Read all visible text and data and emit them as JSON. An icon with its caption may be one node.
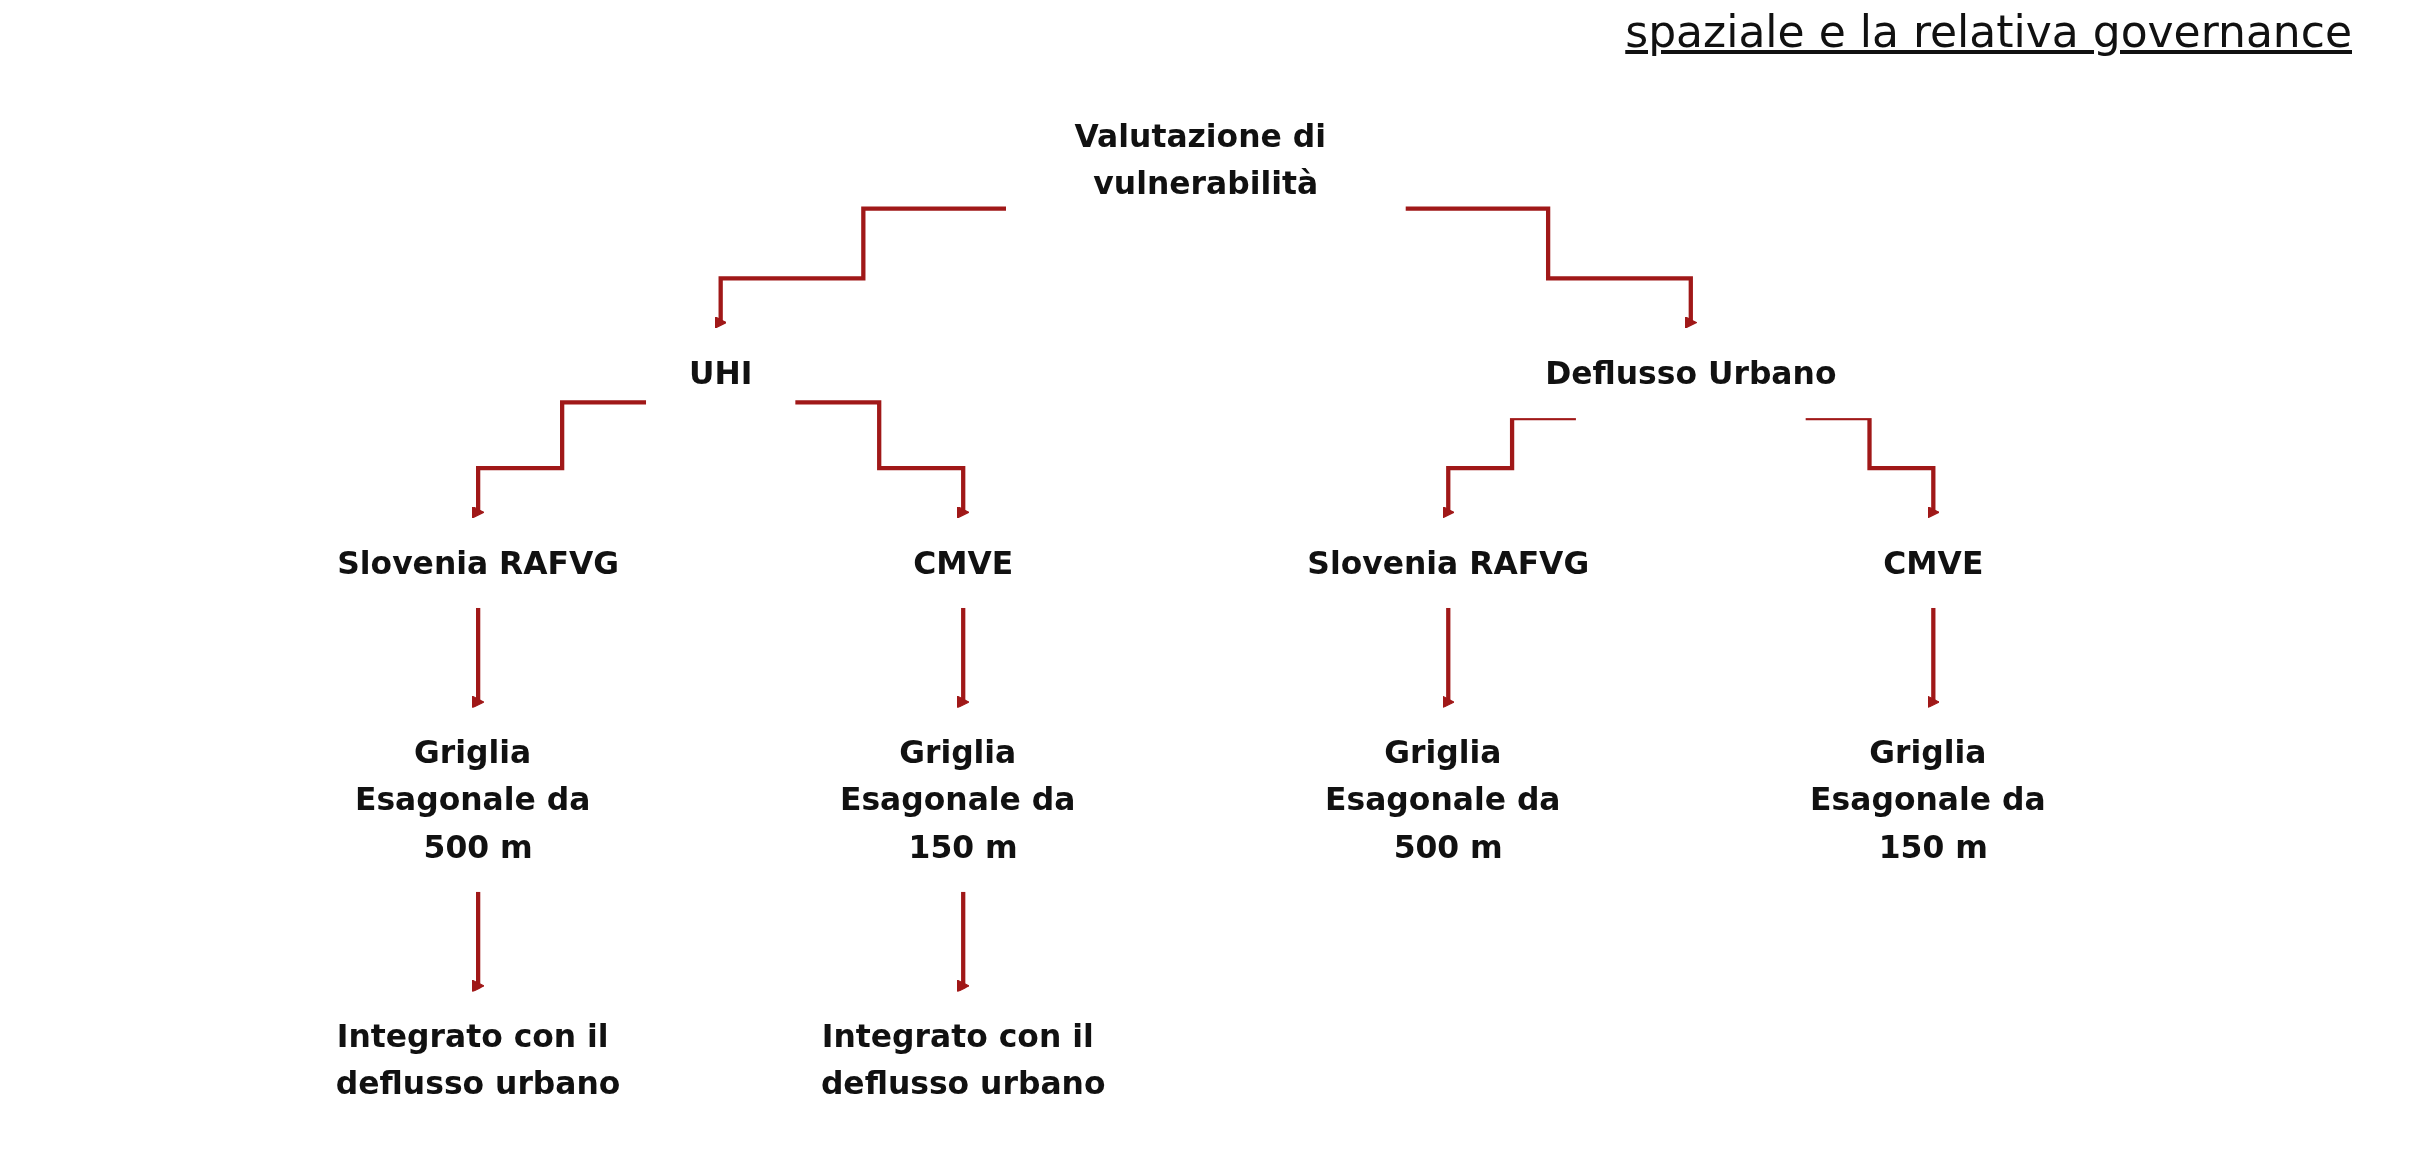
{
  "diagram": {
    "title": "spaziale e la relativa governance",
    "nodes": [
      {
        "text": [
          "Valutazione di vulnerabilità"
        ]
      },
      {
        "text": [
          "UHI"
        ]
      },
      {
        "text": [
          "Deflusso Urbano"
        ]
      },
      {
        "text": [
          "Slovenia RAFVG"
        ]
      },
      {
        "text": [
          "CMVE"
        ]
      },
      {
        "text": [
          "Griglia Esagonale da 500 m"
        ]
      },
      {
        "text": [
          "Griglia Esagonale da 150 m"
        ]
      },
      {
        "text": [
          "Integrato con il deflusso urbano"
        ]
      },
      {
        "text": [
          "Integrato con il deflusso urbano"
        ]
      },
      {
        "text": [
          "Slovenia RAFVG"
        ]
      },
      {
        "text": [
          "CMVE"
        ]
      },
      {
        "text": [
          "Griglia Esagonale da 500 m"
        ]
      },
      {
        "text": [
          "Griglia Esagonale da 150 m"
        ]
      }
    ],
    "edges": [
      {
        "from": 0,
        "to": 1,
        "arrow": "to"
      },
      {
        "from": 0,
        "to": 2,
        "arrow": "to"
      },
      {
        "from": 1,
        "to": 3,
        "arrow": "to"
      },
      {
        "from": 1,
        "to": 4,
        "arrow": "to"
      },
      {
        "from": 3,
        "to": 5,
        "arrow": "to"
      },
      {
        "from": 4,
        "to": 6,
        "arrow": "to"
      },
      {
        "from": 5,
        "to": 7,
        "arrow": "to"
      },
      {
        "from": 6,
        "to": 8,
        "arrow": "to"
      },
      {
        "from": 2,
        "to": 9,
        "arrow": "to"
      },
      {
        "from": 2,
        "to": 10,
        "arrow": "to"
      },
      {
        "from": 9,
        "to": 11,
        "arrow": "to"
      },
      {
        "from": 10,
        "to": 12,
        "arrow": "to"
      }
    ]
  }
}
